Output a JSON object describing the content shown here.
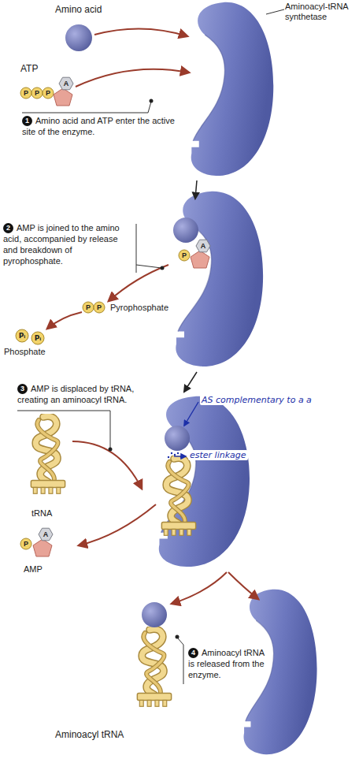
{
  "diagram": {
    "labels": [
      "Amino acid",
      "Aminoacyl-tRNA synthetase",
      "ATP",
      "P",
      "P",
      "P",
      "A",
      "1",
      "Amino acid and ATP enter the active site of the enzyme.",
      "2",
      "AMP is joined to the amino acid, accompanied by release and breakdown of pyrophosphate.",
      "P",
      "A",
      "P",
      "P",
      "Pyrophosphate",
      "Pᵢ",
      "Pᵢ",
      "Phosphate",
      "3",
      "AMP is displaced by tRNA, creating an aminoacyl tRNA.",
      "AS complementary to a a",
      "ester linkage",
      "tRNA",
      "P",
      "A",
      "AMP",
      "4",
      "Aminoacyl tRNA is released from the enzyme.",
      "Aminoacyl tRNA"
    ]
  }
}
